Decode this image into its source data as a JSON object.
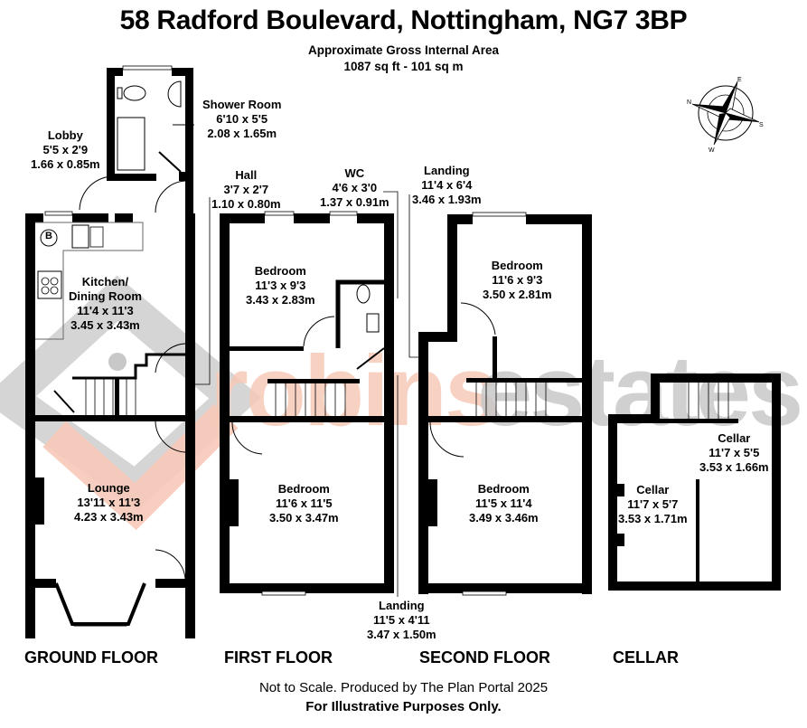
{
  "header": {
    "title": "58 Radford Boulevard, Nottingham, NG7 3BP",
    "area_label": "Approximate Gross Internal Area",
    "area_value": "1087 sq ft - 101 sq m"
  },
  "compass": {
    "icon": "compass-rose-icon",
    "letters": [
      "N",
      "E",
      "S",
      "W"
    ]
  },
  "watermark": {
    "text_part1": "robins",
    "text_part2": "estates",
    "color_part1": "#f6c9b8",
    "color_part2": "#c8c8c8",
    "logo": "house-logo-icon"
  },
  "rooms": {
    "shower_room": {
      "name": "Shower Room",
      "imperial": "6'10 x 5'5",
      "metric": "2.08 x 1.65m"
    },
    "lobby": {
      "name": "Lobby",
      "imperial": "5'5 x 2'9",
      "metric": "1.66 x 0.85m"
    },
    "kitchen": {
      "name_line1": "Kitchen/",
      "name_line2": "Dining Room",
      "imperial": "11'4 x 11'3",
      "metric": "3.45 x 3.43m",
      "boiler": "B"
    },
    "lounge": {
      "name": "Lounge",
      "imperial": "13'11 x 11'3",
      "metric": "4.23 x 3.43m"
    },
    "hall": {
      "name": "Hall",
      "imperial": "3'7 x 2'7",
      "metric": "1.10 x 0.80m"
    },
    "wc": {
      "name": "WC",
      "imperial": "4'6 x 3'0",
      "metric": "1.37 x 0.91m"
    },
    "first_bedroom_rear": {
      "name": "Bedroom",
      "imperial": "11'3 x 9'3",
      "metric": "3.43 x 2.83m"
    },
    "first_bedroom_front": {
      "name": "Bedroom",
      "imperial": "11'6 x 11'5",
      "metric": "3.50 x 3.47m"
    },
    "first_landing": {
      "name": "Landing",
      "imperial": "11'5 x 4'11",
      "metric": "3.47 x 1.50m"
    },
    "second_landing": {
      "name": "Landing",
      "imperial": "11'4 x 6'4",
      "metric": "3.46 x 1.93m"
    },
    "second_bedroom_rear": {
      "name": "Bedroom",
      "imperial": "11'6 x 9'3",
      "metric": "3.50 x 2.81m"
    },
    "second_bedroom_front": {
      "name": "Bedroom",
      "imperial": "11'5 x 11'4",
      "metric": "3.49 x 3.46m"
    },
    "cellar_right": {
      "name": "Cellar",
      "imperial": "11'7 x 5'5",
      "metric": "3.53 x 1.66m"
    },
    "cellar_left": {
      "name": "Cellar",
      "imperial": "11'7 x 5'7",
      "metric": "3.53 x 1.71m"
    }
  },
  "floors": [
    "GROUND FLOOR",
    "FIRST FLOOR",
    "SECOND FLOOR",
    "CELLAR"
  ],
  "footer": {
    "disclaimer": "Not to Scale. Produced by The Plan Portal 2025",
    "note": "For Illustrative Purposes Only."
  }
}
